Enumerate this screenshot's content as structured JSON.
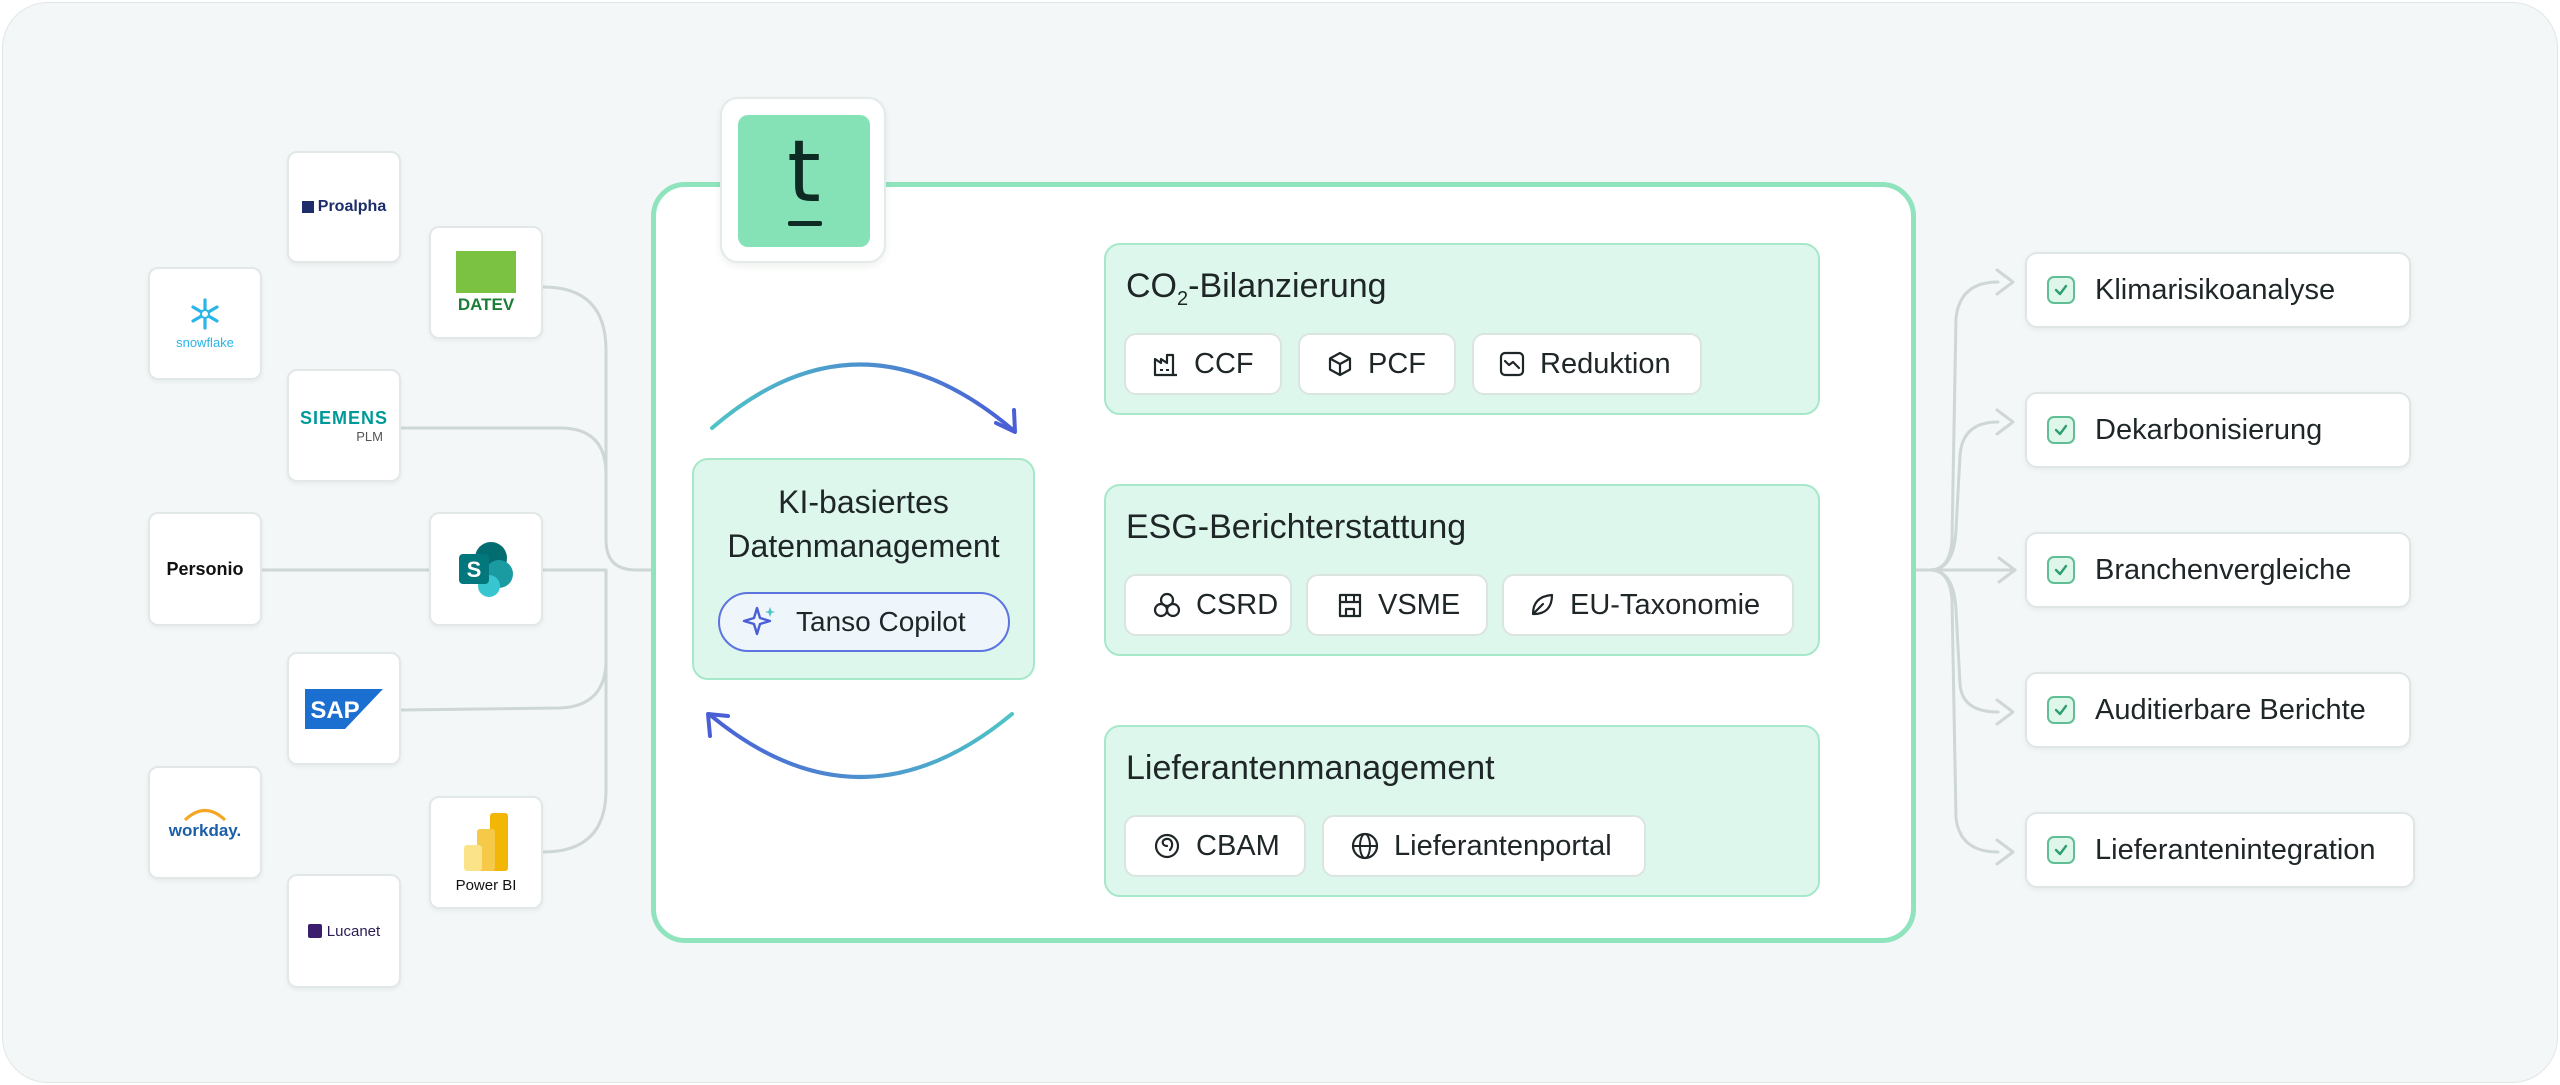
{
  "sources": {
    "proalpha": "Proalpha",
    "snowflake": "snowflake",
    "datev": "DATEV",
    "siemens": "SIEMENS",
    "siemens_sub": "PLM",
    "personio": "Personio",
    "sap": "SAP",
    "workday": "workday.",
    "powerbi": "Power BI",
    "lucanet": "Lucanet"
  },
  "brand": {
    "letter": "t"
  },
  "center": {
    "title_line1": "KI-basiertes",
    "title_line2": "Datenmanagement",
    "copilot_label": "Tanso Copilot"
  },
  "modules": [
    {
      "title_pre": "CO",
      "title_sub": "2",
      "title_post": "-Bilanzierung",
      "chips": [
        "CCF",
        "PCF",
        "Reduktion"
      ]
    },
    {
      "title": "ESG-Berichterstattung",
      "chips": [
        "CSRD",
        "VSME",
        "EU-Taxonomie"
      ]
    },
    {
      "title": "Lieferantenmanagement",
      "chips": [
        "CBAM",
        "Lieferantenportal"
      ]
    }
  ],
  "outputs": [
    "Klimarisikoanalyse",
    "Dekarbonisierung",
    "Branchenvergleiche",
    "Auditierbare Berichte",
    "Lieferantenintegration"
  ],
  "colors": {
    "accent_green": "#8fe3bd",
    "module_fill": "#def7ec",
    "brand_fill": "#85e2b7",
    "arrow_blue": "#4a5fd6",
    "arrow_teal": "#4fc3c7"
  }
}
